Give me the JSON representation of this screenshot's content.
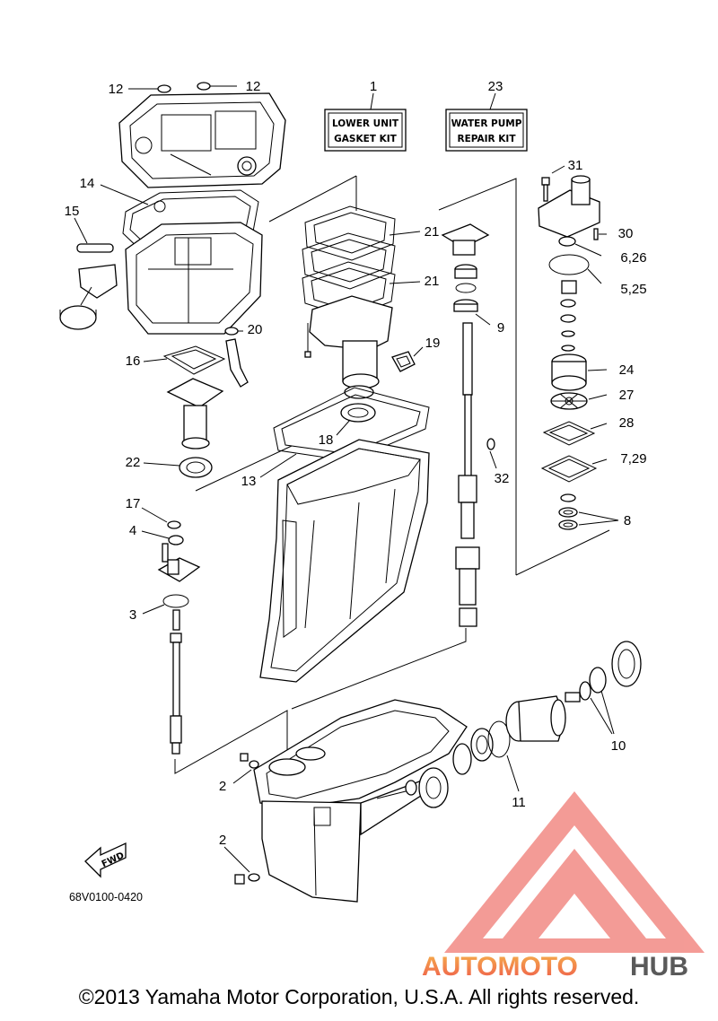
{
  "diagram": {
    "kits": [
      {
        "number": "1",
        "line1": "LOWER UNIT",
        "line2": "GASKET KIT"
      },
      {
        "number": "23",
        "line1": "WATER PUMP",
        "line2": "REPAIR KIT"
      }
    ],
    "callouts": {
      "c12a": "12",
      "c12b": "12",
      "c14": "14",
      "c15": "15",
      "c16": "16",
      "c20": "20",
      "c22": "22",
      "c21a": "21",
      "c21b": "21",
      "c19": "19",
      "c18": "18",
      "c13": "13",
      "c9": "9",
      "c32": "32",
      "c31": "31",
      "c30": "30",
      "c6_26": "6,26",
      "c5_25": "5,25",
      "c24": "24",
      "c27": "27",
      "c28": "28",
      "c7_29": "7,29",
      "c8": "8",
      "c17": "17",
      "c4": "4",
      "c3": "3",
      "c2a": "2",
      "c2b": "2",
      "c10": "10",
      "c11": "11"
    },
    "fwd_label": "FWD",
    "diagram_code": "68V0100-0420"
  },
  "watermark": {
    "part1": "AUTOMOTO",
    "part2": "HUB",
    "colors": {
      "gradient_top": "#f5b24a",
      "gradient_bottom": "#ef5a4c",
      "hub": "#5a5a5a",
      "logo": "#f28a84"
    }
  },
  "footer": {
    "copyright": "©2013 Yamaha Motor Corporation, U.S.A. All rights reserved."
  }
}
